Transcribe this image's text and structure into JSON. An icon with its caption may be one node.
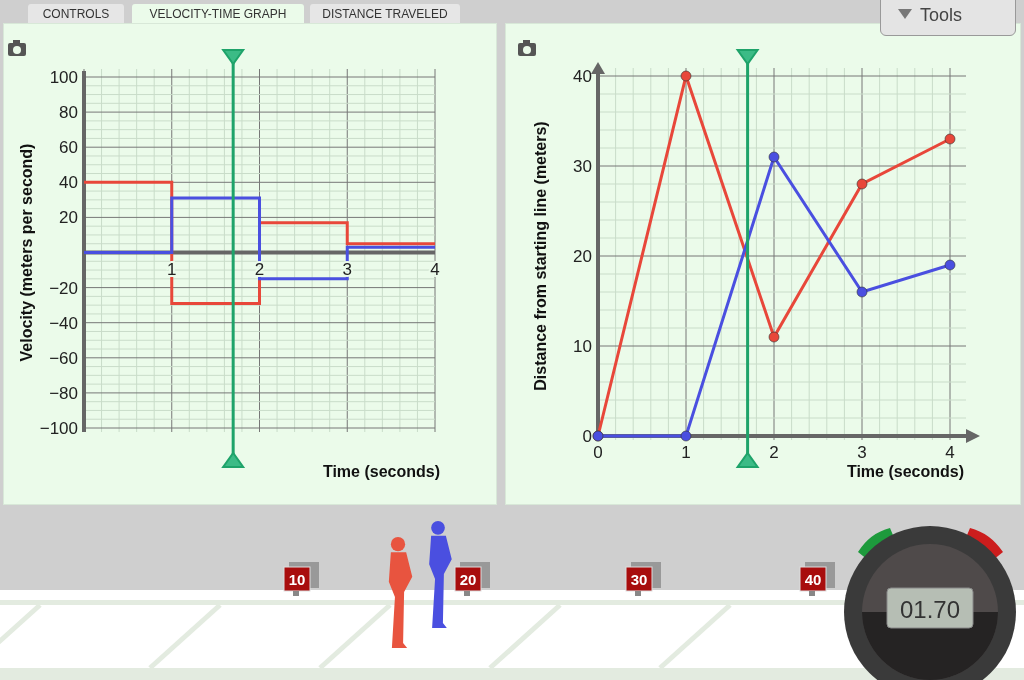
{
  "diagram": {
    "labels": [
      "CONTROLS",
      "VELOCITY-TIME GRAPH",
      "DISTANCE TRAVELED",
      "Tools",
      "10",
      "20",
      "30",
      "40",
      "01.70"
    ],
    "chart_data": [
      {
        "type": "line",
        "xlabel": "Time (seconds)",
        "ylabel": "Velocity (meters per second)",
        "x": [
          0,
          1,
          1,
          2,
          2,
          3,
          3,
          4
        ],
        "xlim": [
          0,
          4
        ],
        "ylim": [
          -100,
          100
        ],
        "xticks": [
          1,
          2,
          3,
          4
        ],
        "yticks": [
          -100,
          -80,
          -60,
          -40,
          -20,
          20,
          40,
          60,
          80,
          100
        ],
        "grid": true,
        "ref_lines": [
          {
            "axis": "x",
            "value": 1.7,
            "color": "#1ea36a"
          }
        ],
        "series": [
          {
            "color": "#e8473a",
            "values": [
              40,
              40,
              -29,
              -29,
              17,
              17,
              5,
              5
            ]
          },
          {
            "color": "#4a4fe0",
            "values": [
              0,
              0,
              31,
              31,
              -15,
              -15,
              3,
              3
            ]
          }
        ]
      },
      {
        "type": "line",
        "xlabel": "Time (seconds)",
        "ylabel": "Distance from starting line (meters)",
        "x": [
          0,
          1,
          2,
          3,
          4
        ],
        "xlim": [
          0,
          4
        ],
        "ylim": [
          0,
          40
        ],
        "xticks": [
          0,
          1,
          2,
          3,
          4
        ],
        "yticks": [
          0,
          10,
          20,
          30,
          40
        ],
        "grid": true,
        "ref_lines": [
          {
            "axis": "x",
            "value": 1.7,
            "color": "#1ea36a"
          }
        ],
        "series": [
          {
            "color": "#e8473a",
            "marker": "o",
            "values": [
              0,
              40,
              11,
              28,
              33
            ]
          },
          {
            "color": "#4a4fe0",
            "marker": "o",
            "values": [
              0,
              0,
              31,
              16,
              19
            ]
          }
        ]
      }
    ]
  }
}
